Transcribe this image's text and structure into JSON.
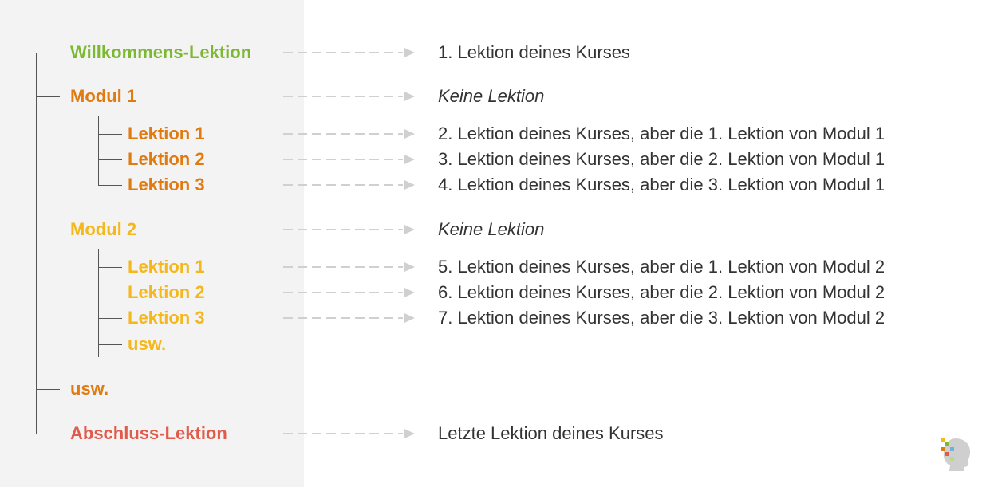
{
  "colors": {
    "green": "#7cb832",
    "orange": "#e07b12",
    "yellow": "#f4b81c",
    "red": "#e15a4a",
    "tree_line": "#555555",
    "arrow": "#d0d0d0"
  },
  "tree": {
    "welcome": "Willkommens-Lektion",
    "module1": {
      "title": "Modul 1",
      "lessons": [
        "Lektion 1",
        "Lektion 2",
        "Lektion 3"
      ]
    },
    "module2": {
      "title": "Modul 2",
      "lessons": [
        "Lektion 1",
        "Lektion 2",
        "Lektion 3"
      ],
      "etc": "usw."
    },
    "etc": "usw.",
    "final": "Abschluss-Lektion"
  },
  "descriptions": {
    "welcome": "1. Lektion deines Kurses",
    "module1": "Keine Lektion",
    "module1_lessons": [
      "2. Lektion deines Kurses, aber die 1. Lektion von Modul 1",
      "3. Lektion deines Kurses, aber die 2. Lektion von Modul 1",
      "4. Lektion deines Kurses, aber die 3. Lektion von Modul 1"
    ],
    "module2": "Keine Lektion",
    "module2_lessons": [
      "5. Lektion deines Kurses, aber die 1. Lektion von Modul 2",
      "6. Lektion deines Kurses, aber die 2. Lektion von Modul 2",
      "7. Lektion deines Kurses, aber die 3. Lektion von Modul 2"
    ],
    "final": "Letzte Lektion deines Kurses"
  },
  "icons": {
    "arrow": "dashed-arrow-icon",
    "logo": "head-logo-icon"
  }
}
